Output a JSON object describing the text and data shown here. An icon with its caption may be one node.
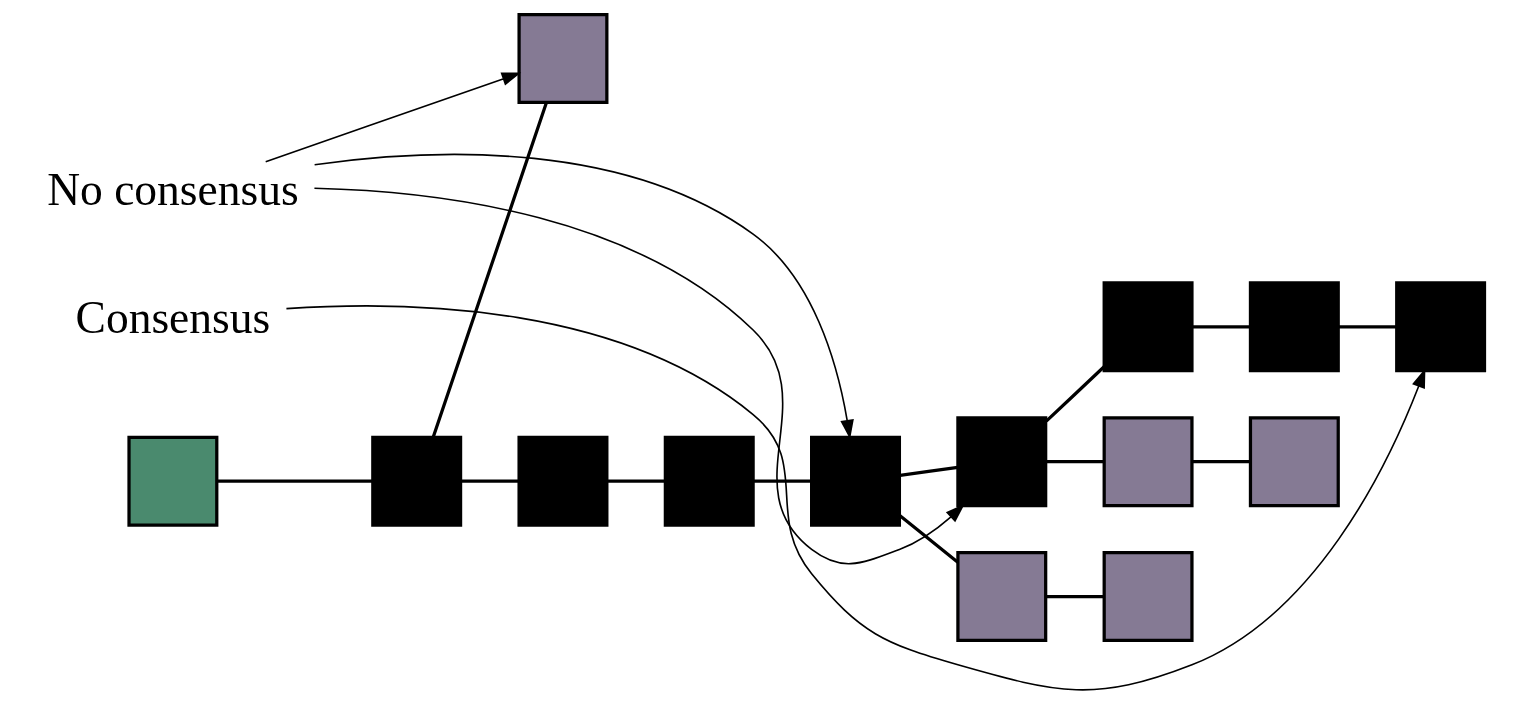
{
  "diagram": {
    "nodes": [
      {
        "text": [
          "No consensus"
        ]
      },
      {
        "text": [
          "Consensus"
        ]
      },
      {
        "text": [],
        "shape": "box"
      },
      {
        "text": [],
        "shape": "box"
      },
      {
        "text": [],
        "shape": "box"
      },
      {
        "text": [],
        "shape": "box"
      },
      {
        "text": [],
        "shape": "box"
      },
      {
        "text": [],
        "shape": "box"
      },
      {
        "text": [],
        "shape": "box"
      },
      {
        "text": [],
        "shape": "box"
      },
      {
        "text": [],
        "shape": "box"
      },
      {
        "text": [],
        "shape": "box"
      },
      {
        "text": [],
        "shape": "box"
      },
      {
        "text": [],
        "shape": "box"
      },
      {
        "text": [],
        "shape": "box"
      },
      {
        "text": [],
        "shape": "box"
      }
    ],
    "edges": [
      {
        "from": 2,
        "to": 3,
        "arrow": "none"
      },
      {
        "from": 3,
        "to": 4,
        "arrow": "none"
      },
      {
        "from": 3,
        "to": 5,
        "arrow": "none"
      },
      {
        "from": 5,
        "to": 6,
        "arrow": "none"
      },
      {
        "from": 6,
        "to": 7,
        "arrow": "none"
      },
      {
        "from": 7,
        "to": 8,
        "arrow": "none"
      },
      {
        "from": 8,
        "to": 9,
        "arrow": "none"
      },
      {
        "from": 9,
        "to": 10,
        "arrow": "none"
      },
      {
        "from": 10,
        "to": 11,
        "arrow": "none"
      },
      {
        "from": 7,
        "to": 12,
        "arrow": "none"
      },
      {
        "from": 12,
        "to": 13,
        "arrow": "none"
      },
      {
        "from": 8,
        "to": 14,
        "arrow": "none"
      },
      {
        "from": 14,
        "to": 15,
        "arrow": "none"
      },
      {
        "from": 0,
        "to": 4,
        "arrow": "to"
      },
      {
        "from": 0,
        "to": 7,
        "arrow": "to"
      },
      {
        "from": 0,
        "to": 8,
        "arrow": "to"
      },
      {
        "from": 1,
        "to": 11,
        "arrow": "to"
      }
    ]
  }
}
